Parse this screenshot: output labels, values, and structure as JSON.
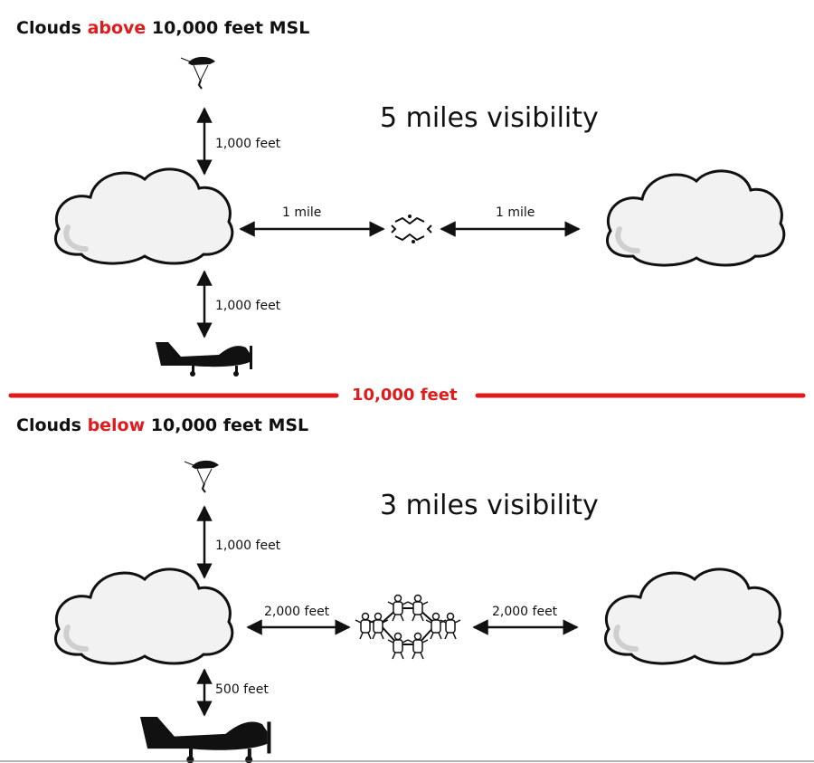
{
  "colors": {
    "accent": "#e01b1b",
    "ink": "#111111",
    "cloud_fill": "#f2f2f2"
  },
  "top": {
    "heading": {
      "prefix": "Clouds ",
      "accent": "above",
      "suffix": " 10,000 feet MSL"
    },
    "visibility": "5 miles visibility",
    "above_cloud": "1,000 feet",
    "below_cloud": "1,000 feet",
    "horizontal_left": "1 mile",
    "horizontal_right": "1 mile"
  },
  "divider": {
    "label": "10,000 feet"
  },
  "bottom": {
    "heading": {
      "prefix": "Clouds ",
      "accent": "below",
      "suffix": " 10,000 feet MSL"
    },
    "visibility": "3 miles visibility",
    "above_cloud": "1,000 feet",
    "below_cloud": "500 feet",
    "horizontal_left": "2,000 feet",
    "horizontal_right": "2,000 feet"
  },
  "icons": [
    "parachute-icon",
    "cloud-icon",
    "airplane-icon",
    "skydiver-formation-icon",
    "double-arrow-icon"
  ]
}
